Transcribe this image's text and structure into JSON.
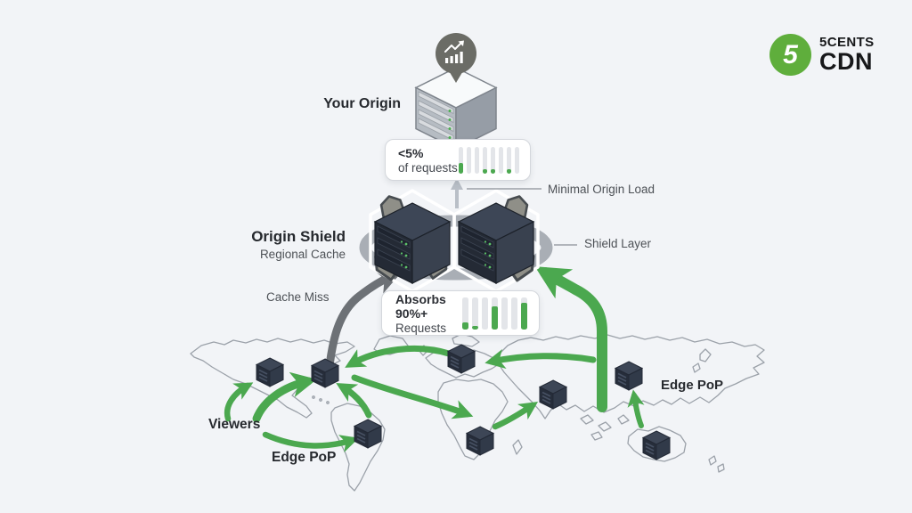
{
  "logo": {
    "badge_digit": "5",
    "line1": "5CENTS",
    "line2": "CDN"
  },
  "labels": {
    "your_origin": "Your Origin",
    "origin_shield": "Origin Shield",
    "regional_cache": "Regional Cache",
    "cache_miss": "Cache Miss",
    "minimal_origin_load": "Minimal Origin Load",
    "shield_layer": "Shield Layer",
    "viewers": "Viewers",
    "edge_pop_left": "Edge PoP",
    "edge_pop_right": "Edge PoP"
  },
  "cards": {
    "origin_load": {
      "title": "<5%",
      "subtitle": "of requests",
      "bars": [
        38,
        0,
        0,
        14,
        14,
        0,
        14,
        0
      ]
    },
    "shield_absorb": {
      "title": "Absorbs 90%+",
      "subtitle": "Requests",
      "bars": [
        22,
        10,
        0,
        72,
        0,
        0,
        82
      ]
    }
  },
  "icons": {
    "analytics_badge": "analytics-chart-icon",
    "origin_server": "server-icon",
    "shield_node": "shield-cube-icon",
    "edge_node": "edge-pop-cube-icon"
  },
  "colors": {
    "green": "#4BA84F",
    "gray_arrow": "#6D7176",
    "ring": "#A9AEB5",
    "map_line": "#9BA1A9",
    "text_primary": "#26292E",
    "text_secondary": "#4D5156",
    "card_border": "#D4D7DC",
    "bar_track": "#E3E5E9",
    "logo_green": "#5FAE3C",
    "background": "#F2F4F7",
    "badge": "#6B6C66"
  }
}
